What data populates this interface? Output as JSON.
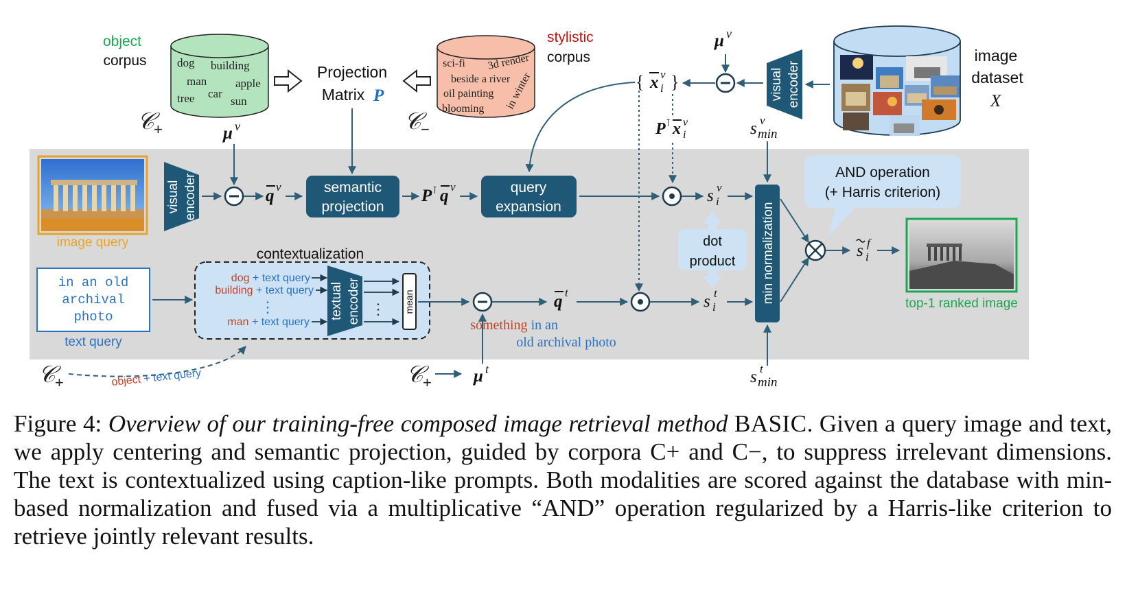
{
  "colors": {
    "panel": "#d9d9d9",
    "box": "#1e5876",
    "line": "#2f5e78",
    "object_corpus": "#b4e4be",
    "stylistic_corpus": "#f7bfaa",
    "dataset": "#c2dcf4",
    "green": "#19a84f",
    "red": "#c2150f",
    "orange": "#e8a42a",
    "blue_text": "#2b72c2",
    "bubble": "#cde3f5",
    "p_blue": "#2070c0",
    "word_red": "#c0442a"
  },
  "corpora": {
    "object": {
      "label_line1": "object",
      "label_line2": "corpus",
      "symbol": "𝒞",
      "sign": "+",
      "words": [
        "dog",
        "building",
        "man",
        "apple",
        "tree",
        "car",
        "sun"
      ]
    },
    "stylistic": {
      "label_line1": "stylistic",
      "label_line2": "corpus",
      "symbol": "𝒞",
      "sign": "−",
      "words": [
        "sci-fi",
        "3d render",
        "beside a river",
        "oil painting",
        "blooming",
        "in winter"
      ]
    }
  },
  "projection": {
    "line1": "Projection",
    "line2": "Matrix",
    "symbol": "P"
  },
  "dataset": {
    "line1": "image",
    "line2": "dataset",
    "symbol": "X"
  },
  "blocks": {
    "visual_encoder": {
      "line1": "visual",
      "line2": "encoder"
    },
    "semantic_projection": {
      "line1": "semantic",
      "line2": "projection"
    },
    "query_expansion": {
      "line1": "query",
      "line2": "expansion"
    },
    "textual_encoder": {
      "line1": "textual",
      "line2": "encoder"
    },
    "mean": "mean",
    "min_normalization": "min normalization"
  },
  "math": {
    "mu": "μ",
    "v": "v",
    "t": "t",
    "q": "q",
    "P": "P",
    "T": "⊺",
    "x": "x",
    "i": "i",
    "s": "s",
    "f": "f",
    "min": "min",
    "lbrace": "{",
    "rbrace": "}",
    "tilde": "̃",
    "bar": "̄"
  },
  "image_query_label": "image query",
  "text_query": {
    "lines": [
      "in an old",
      "archival",
      "photo"
    ],
    "label": "text query"
  },
  "contextualization": {
    "title": "contextualization",
    "prompts": [
      {
        "word": "dog",
        "suffix": " + text query"
      },
      {
        "word": "building",
        "suffix": " + text query"
      },
      {
        "word": "man",
        "suffix": " + text query"
      }
    ],
    "dots": "⋮"
  },
  "object_prompt": {
    "word": "object",
    "suffix": " + text query"
  },
  "something_caption": {
    "word": "something",
    "rest_line1": " in an",
    "line2": "old archival photo"
  },
  "dot_product": {
    "line1": "dot",
    "line2": "product"
  },
  "and_operation": {
    "line1": "AND operation",
    "line2": "(+ Harris criterion)"
  },
  "top1_label": "top-1 ranked image",
  "caption": {
    "lead": "Figure 4: ",
    "title": "Overview of our training-free composed image retrieval method",
    "method": "BASIC",
    "body": ". Given a query image and text, we apply centering and semantic projection, guided by corpora C+ and C−, to suppress irrelevant dimensions. The text is contextualized using caption-like prompts. Both modalities are scored against the database with min-based normalization and fused via a multiplicative “AND” operation regularized by a Harris-like criterion to retrieve jointly relevant results."
  }
}
